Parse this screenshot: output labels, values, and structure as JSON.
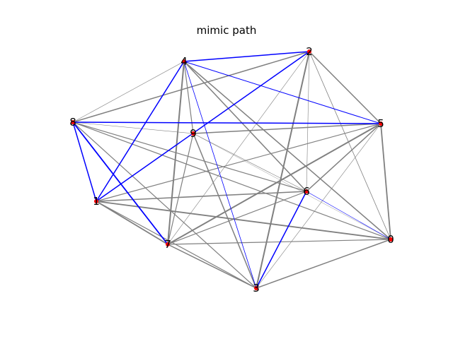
{
  "title": "mimic path",
  "colors": {
    "edge": "#808080",
    "path": "#0000ff",
    "node": "#ff0000",
    "label": "#000000"
  },
  "graph": {
    "nodes": [
      {
        "id": "0",
        "label": "0"
      },
      {
        "id": "1",
        "label": "1"
      },
      {
        "id": "2",
        "label": "2"
      },
      {
        "id": "3",
        "label": "3"
      },
      {
        "id": "4",
        "label": "4"
      },
      {
        "id": "5",
        "label": "5"
      },
      {
        "id": "6",
        "label": "6"
      },
      {
        "id": "7",
        "label": "7"
      },
      {
        "id": "8",
        "label": "8"
      },
      {
        "id": "9",
        "label": "9"
      }
    ],
    "edges": [
      {
        "a": "4",
        "b": "2",
        "path": true,
        "w": 1.5
      },
      {
        "a": "4",
        "b": "1",
        "path": true,
        "w": 1.5
      },
      {
        "a": "4",
        "b": "5",
        "path": true,
        "w": 1
      },
      {
        "a": "4",
        "b": "3",
        "path": true,
        "w": 0.8
      },
      {
        "a": "2",
        "b": "1",
        "path": true,
        "w": 1.5
      },
      {
        "a": "8",
        "b": "5",
        "path": true,
        "w": 1.5
      },
      {
        "a": "8",
        "b": "1",
        "path": true,
        "w": 1.5
      },
      {
        "a": "8",
        "b": "7",
        "path": true,
        "w": 1.8
      },
      {
        "a": "3",
        "b": "6",
        "path": true,
        "w": 1.5
      },
      {
        "a": "6",
        "b": "0",
        "path": true,
        "w": 0.6
      },
      {
        "a": "8",
        "b": "4",
        "path": false,
        "w": 0.6
      },
      {
        "a": "8",
        "b": "2",
        "path": false,
        "w": 1.5
      },
      {
        "a": "8",
        "b": "9",
        "path": false,
        "w": 0.6
      },
      {
        "a": "8",
        "b": "6",
        "path": false,
        "w": 1.2
      },
      {
        "a": "8",
        "b": "0",
        "path": false,
        "w": 1.2
      },
      {
        "a": "8",
        "b": "3",
        "path": false,
        "w": 1.2
      },
      {
        "a": "4",
        "b": "9",
        "path": false,
        "w": 1.2
      },
      {
        "a": "4",
        "b": "7",
        "path": false,
        "w": 2
      },
      {
        "a": "4",
        "b": "6",
        "path": false,
        "w": 1.5
      },
      {
        "a": "4",
        "b": "0",
        "path": false,
        "w": 1.5
      },
      {
        "a": "2",
        "b": "5",
        "path": false,
        "w": 1.5
      },
      {
        "a": "2",
        "b": "3",
        "path": false,
        "w": 2
      },
      {
        "a": "2",
        "b": "6",
        "path": false,
        "w": 0.6
      },
      {
        "a": "2",
        "b": "0",
        "path": false,
        "w": 0.8
      },
      {
        "a": "2",
        "b": "7",
        "path": false,
        "w": 0.6
      },
      {
        "a": "2",
        "b": "9",
        "path": false,
        "w": 0.6
      },
      {
        "a": "5",
        "b": "9",
        "path": false,
        "w": 1.5
      },
      {
        "a": "5",
        "b": "0",
        "path": false,
        "w": 1.8
      },
      {
        "a": "5",
        "b": "7",
        "path": false,
        "w": 2
      },
      {
        "a": "5",
        "b": "1",
        "path": false,
        "w": 1.2
      },
      {
        "a": "5",
        "b": "3",
        "path": false,
        "w": 0.6
      },
      {
        "a": "9",
        "b": "7",
        "path": false,
        "w": 1.2
      },
      {
        "a": "9",
        "b": "3",
        "path": false,
        "w": 1.5
      },
      {
        "a": "9",
        "b": "6",
        "path": false,
        "w": 0.6
      },
      {
        "a": "9",
        "b": "0",
        "path": false,
        "w": 0.4
      },
      {
        "a": "1",
        "b": "6",
        "path": false,
        "w": 1.5
      },
      {
        "a": "1",
        "b": "0",
        "path": false,
        "w": 1.8
      },
      {
        "a": "1",
        "b": "7",
        "path": false,
        "w": 1.8
      },
      {
        "a": "1",
        "b": "3",
        "path": false,
        "w": 1.2
      },
      {
        "a": "7",
        "b": "6",
        "path": false,
        "w": 1.2
      },
      {
        "a": "7",
        "b": "0",
        "path": false,
        "w": 1.2
      },
      {
        "a": "7",
        "b": "3",
        "path": false,
        "w": 1.5
      },
      {
        "a": "3",
        "b": "0",
        "path": false,
        "w": 1.5
      },
      {
        "a": "6",
        "b": "5",
        "path": false,
        "w": 1.5
      }
    ]
  }
}
